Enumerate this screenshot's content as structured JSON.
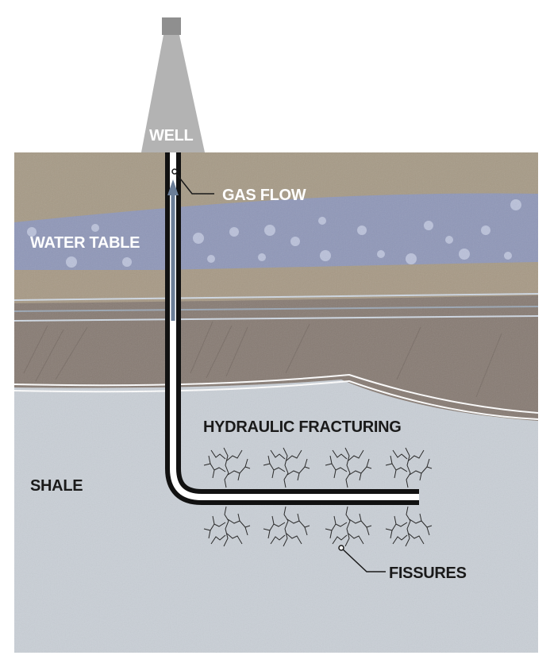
{
  "labels": {
    "well": "WELL",
    "gas_flow": "GAS FLOW",
    "water_table": "WATER TABLE",
    "hydraulic_fracturing": "HYDRAULIC FRACTURING",
    "shale": "SHALE",
    "fissures": "FISSURES"
  },
  "colors": {
    "sky": "#ffffff",
    "rig": "#b3b3b3",
    "rig_top": "#8f8f8f",
    "topsoil": "#a69a86",
    "water": "#8f97b8",
    "band_mid": "#a79985",
    "rock_dark": "#877b73",
    "shale": "#c9cfd6",
    "pipe": "#111111",
    "pipe_inner": "#ffffff",
    "arrow": "#6b7e98",
    "fissure": "#2a2a2a"
  }
}
